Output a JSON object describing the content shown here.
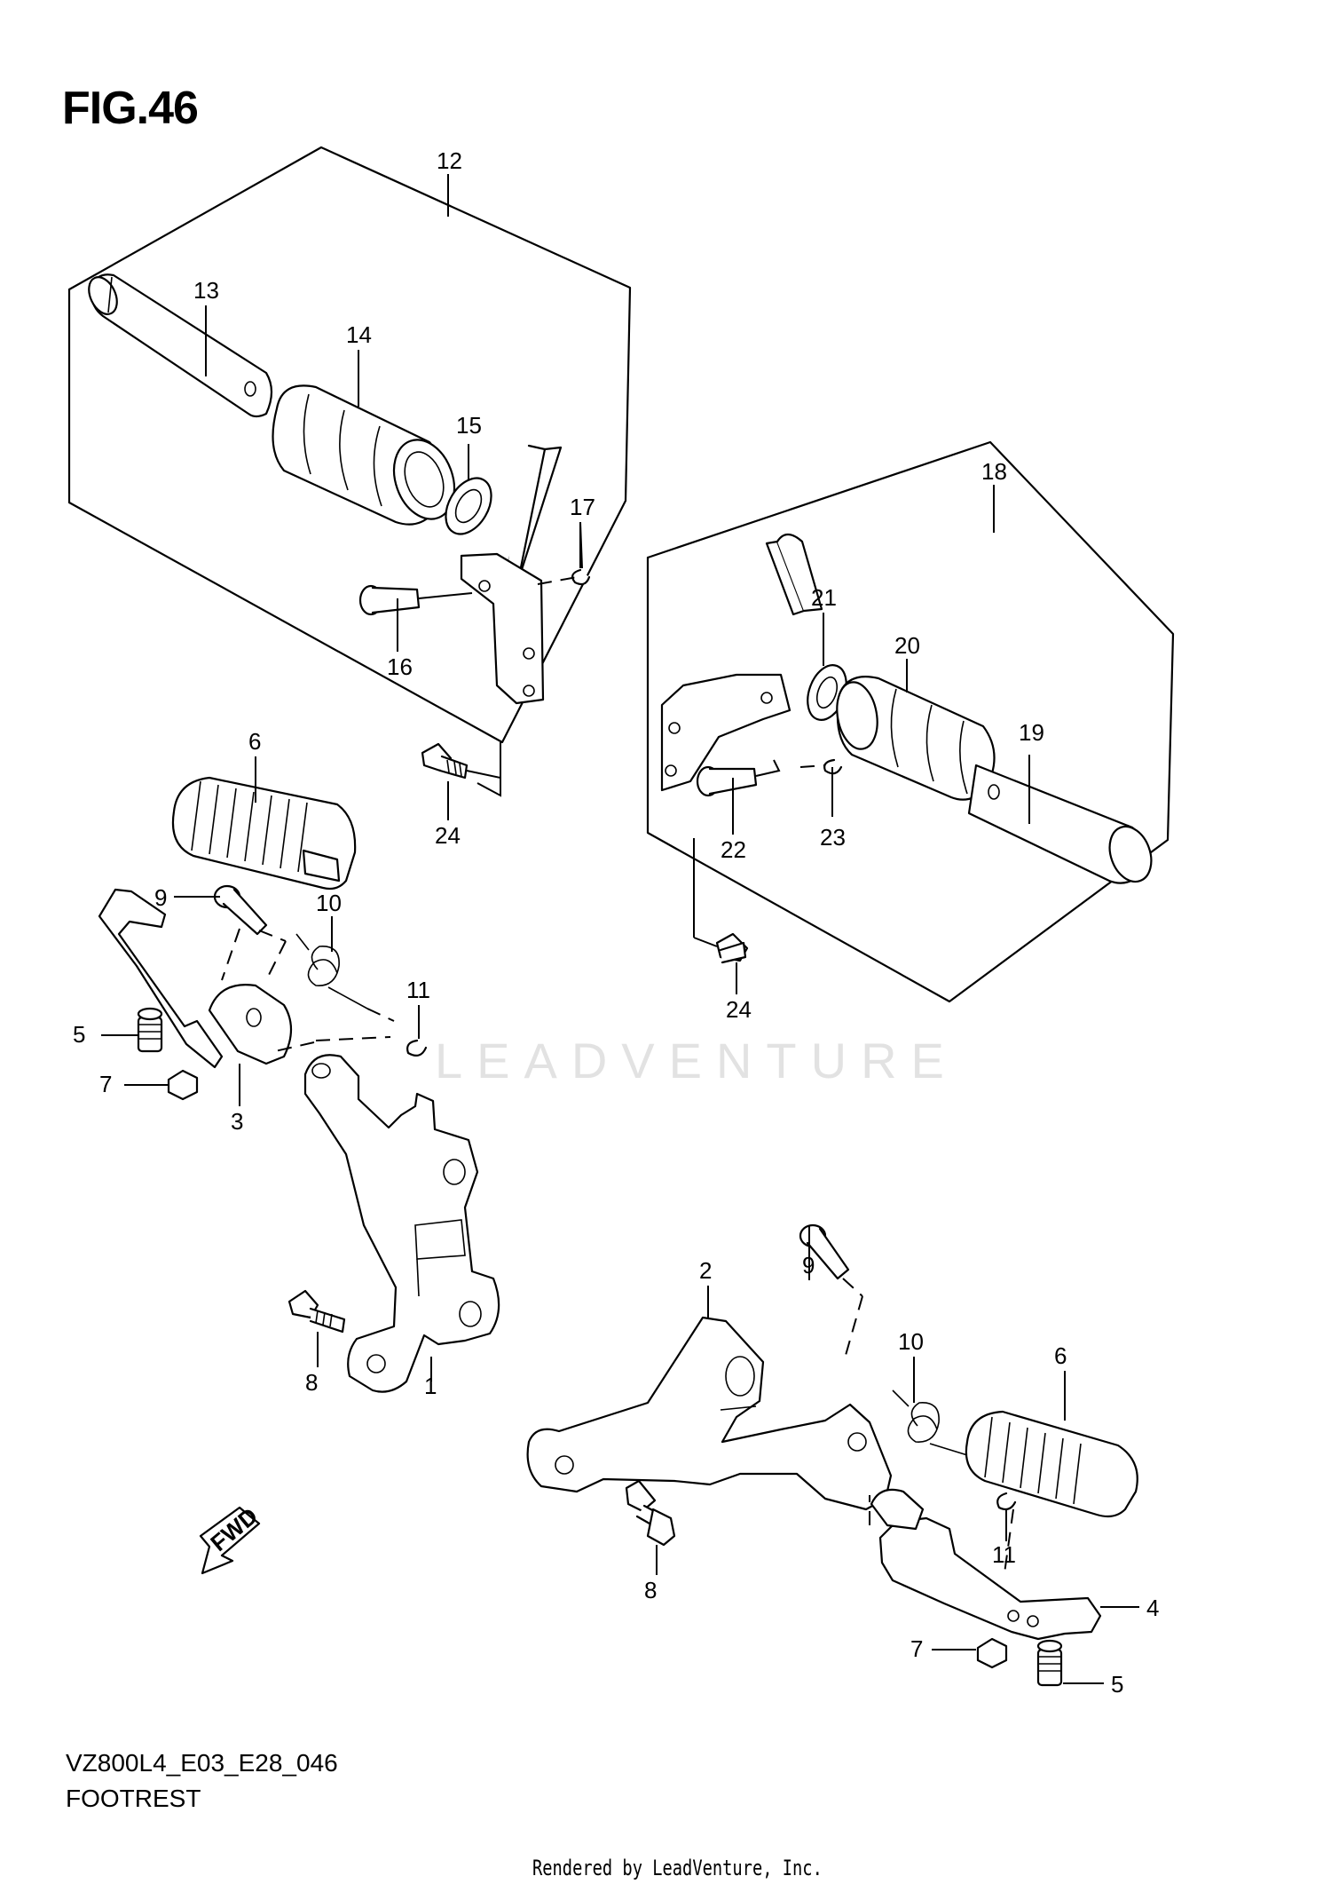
{
  "figure": {
    "title": "FIG.46"
  },
  "callouts": [
    "1",
    "2",
    "3",
    "4",
    "5",
    "5",
    "6",
    "6",
    "7",
    "7",
    "8",
    "8",
    "9",
    "9",
    "10",
    "10",
    "11",
    "11",
    "12",
    "13",
    "14",
    "15",
    "16",
    "17",
    "18",
    "19",
    "20",
    "21",
    "22",
    "23",
    "24",
    "24"
  ],
  "direction_badge": "FWD",
  "watermark": "LEADVENTURE",
  "footer": {
    "model_code": "VZ800L4_E03_E28_046",
    "section": "FOOTREST",
    "credit": "Rendered by LeadVenture, Inc."
  }
}
